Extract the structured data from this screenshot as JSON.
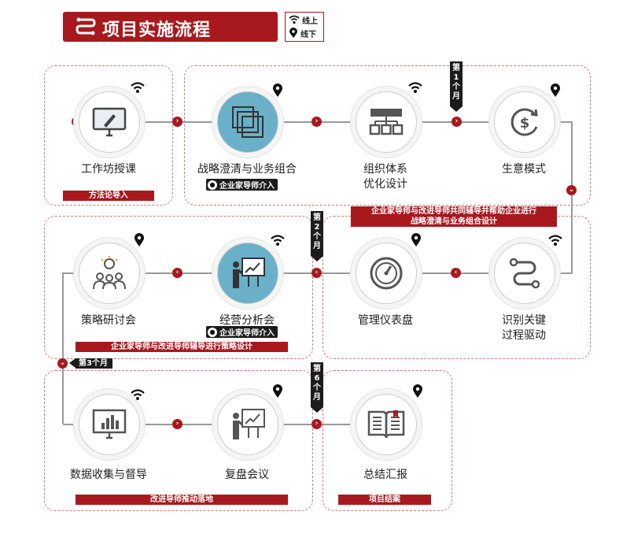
{
  "header": {
    "title": "项目实施流程"
  },
  "legend": {
    "online": "线上",
    "offline": "线下"
  },
  "nodes": {
    "n1": {
      "label": "工作坊授课",
      "icon": "monitor-pen-icon",
      "mode": "online"
    },
    "n2": {
      "label": "战略澄清与业务组合",
      "icon": "layers-icon",
      "mode": "offline"
    },
    "n3": {
      "label": "组织体系\n优化设计",
      "icon": "org-chart-icon",
      "mode": "online"
    },
    "n4": {
      "label": "生意模式",
      "icon": "dollar-cycle-icon",
      "mode": "offline"
    },
    "n5": {
      "label": "识别关键\n过程驱动",
      "icon": "process-path-icon",
      "mode": "online"
    },
    "n6": {
      "label": "管理仪表盘",
      "icon": "gauge-icon",
      "mode": "offline"
    },
    "n7": {
      "label": "经营分析会",
      "icon": "presentation-icon",
      "mode": "online"
    },
    "n8": {
      "label": "策略研讨会",
      "icon": "brainstorm-icon",
      "mode": "offline"
    },
    "n9": {
      "label": "数据收集与督导",
      "icon": "bar-chart-monitor-icon",
      "mode": "online"
    },
    "n10": {
      "label": "复盘会议",
      "icon": "presentation-icon",
      "mode": "offline"
    },
    "n11": {
      "label": "总结汇报",
      "icon": "open-book-icon",
      "mode": "offline"
    }
  },
  "mentor_tag": "企业家导师介入",
  "bars": {
    "b1": "方法论导入",
    "b2": "企业家导师与改进导师共同辅导并帮助企业进行\n战略澄清与业务组合设计",
    "b3": "企业家导师与改进导师辅导进行策略设计",
    "b4": "改进导师推动落地",
    "b5": "项目结案"
  },
  "milestones": {
    "m1": "第1个月",
    "m2": "第2个月",
    "m3": "第3个月",
    "m6": "第6个月"
  },
  "colors": {
    "accent": "#a8191e",
    "blue_fill": "#6ab0c8",
    "dashed": "#d0777a"
  }
}
